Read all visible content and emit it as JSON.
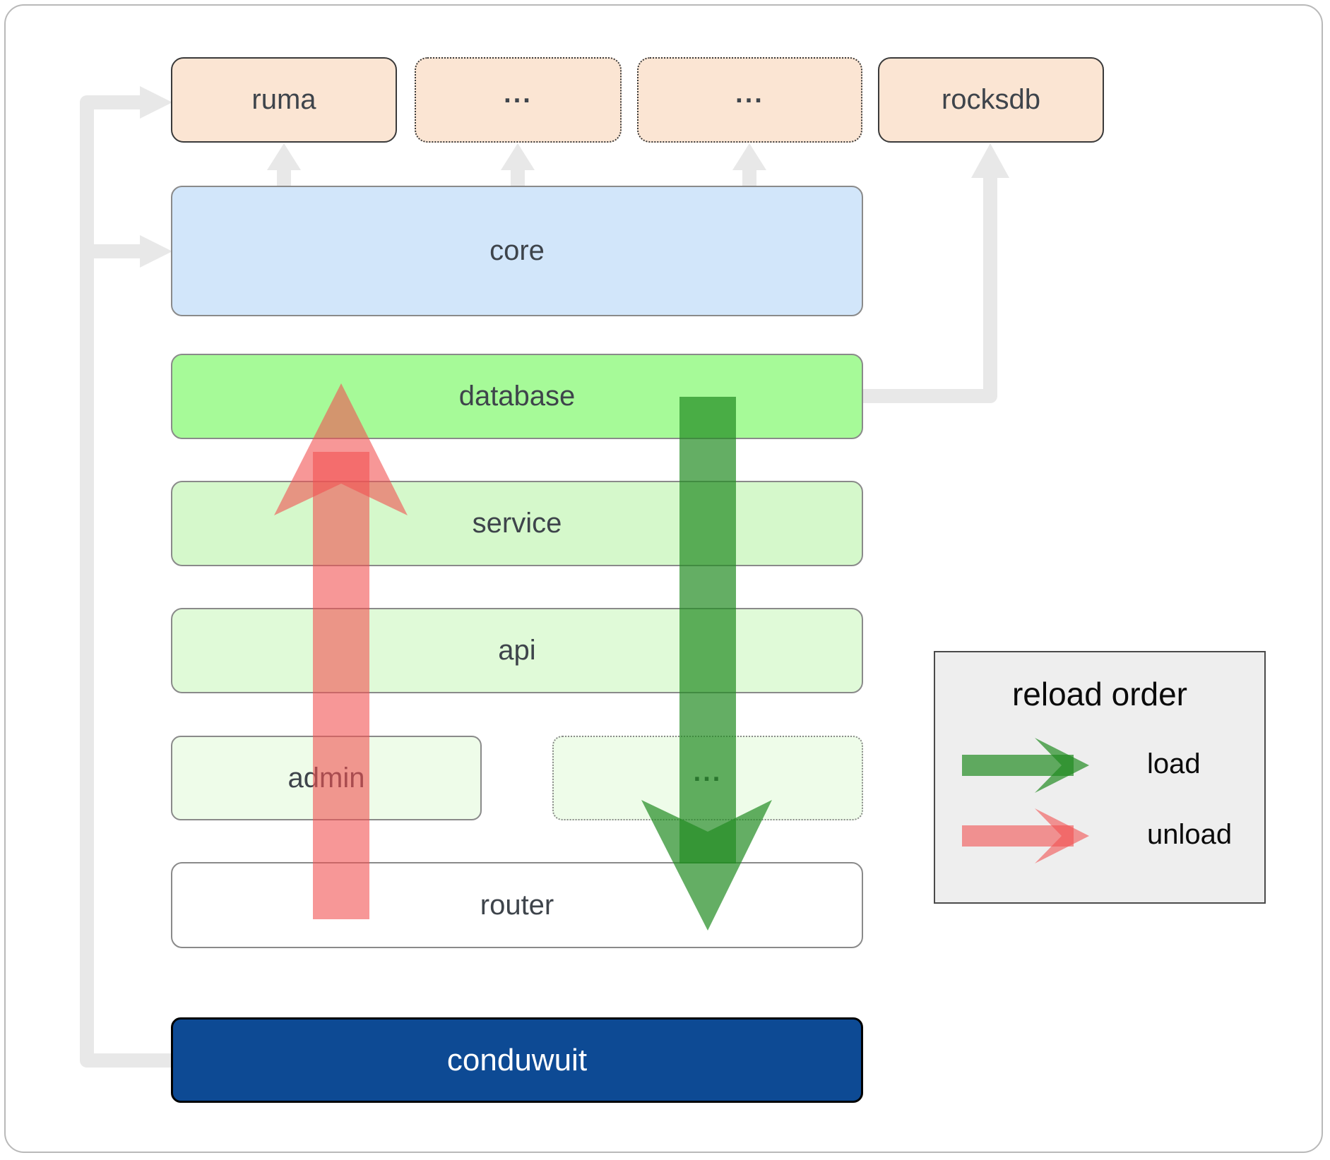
{
  "boxes": {
    "ruma": "ruma",
    "top_ellipsis_1": "...",
    "top_ellipsis_2": "...",
    "rocksdb": "rocksdb",
    "core": "core",
    "database": "database",
    "service": "service",
    "api": "api",
    "admin": "admin",
    "admin_ellipsis": "...",
    "router": "router",
    "conduwuit": "conduwuit"
  },
  "legend": {
    "title": "reload order",
    "load_label": "load",
    "unload_label": "unload"
  },
  "colors": {
    "load_arrow": "#228b22",
    "unload_arrow": "#f15151",
    "connector_gray": "#e8e8e8",
    "ruma_fill": "#fbe5d3",
    "core_fill": "#d2e6fa",
    "database_fill": "#a6fa98",
    "service_fill": "#d5f8cb",
    "api_fill": "#e0fad8",
    "admin_fill": "#eefce9",
    "router_fill": "#ffffff",
    "conduwuit_fill": "#0d4a94"
  }
}
